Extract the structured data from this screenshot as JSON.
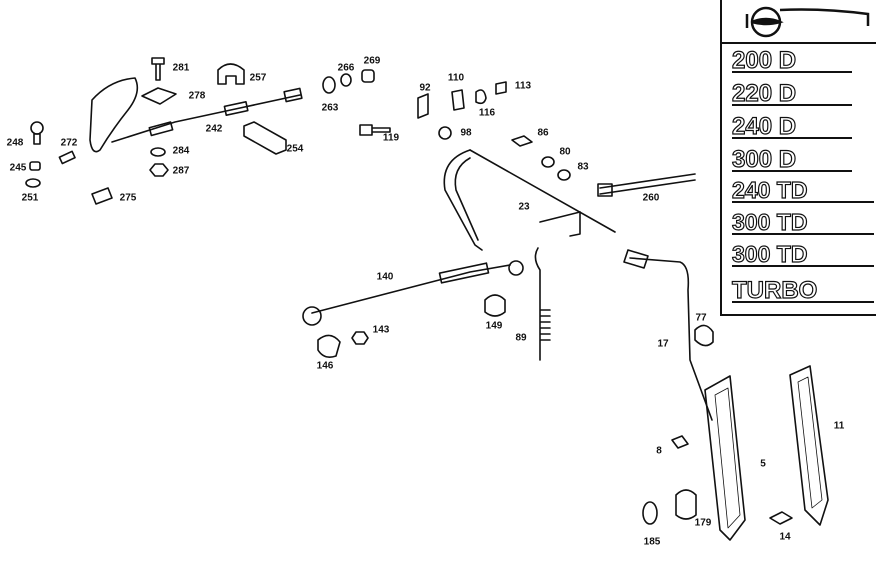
{
  "diagram": {
    "part_numbers": [
      "281",
      "257",
      "266",
      "269",
      "278",
      "263",
      "92",
      "110",
      "113",
      "248",
      "272",
      "242",
      "116",
      "98",
      "119",
      "86",
      "80",
      "83",
      "245",
      "284",
      "254",
      "287",
      "251",
      "275",
      "23",
      "260",
      "140",
      "149",
      "143",
      "146",
      "89",
      "77",
      "17",
      "11",
      "8",
      "5",
      "185",
      "179",
      "14"
    ]
  },
  "badges": {
    "logo": "mercedes-logo",
    "items": [
      "200 D",
      "220 D",
      "240 D",
      "300 D",
      "240 TD",
      "300 TD",
      "300 TD",
      "TURBO"
    ]
  }
}
